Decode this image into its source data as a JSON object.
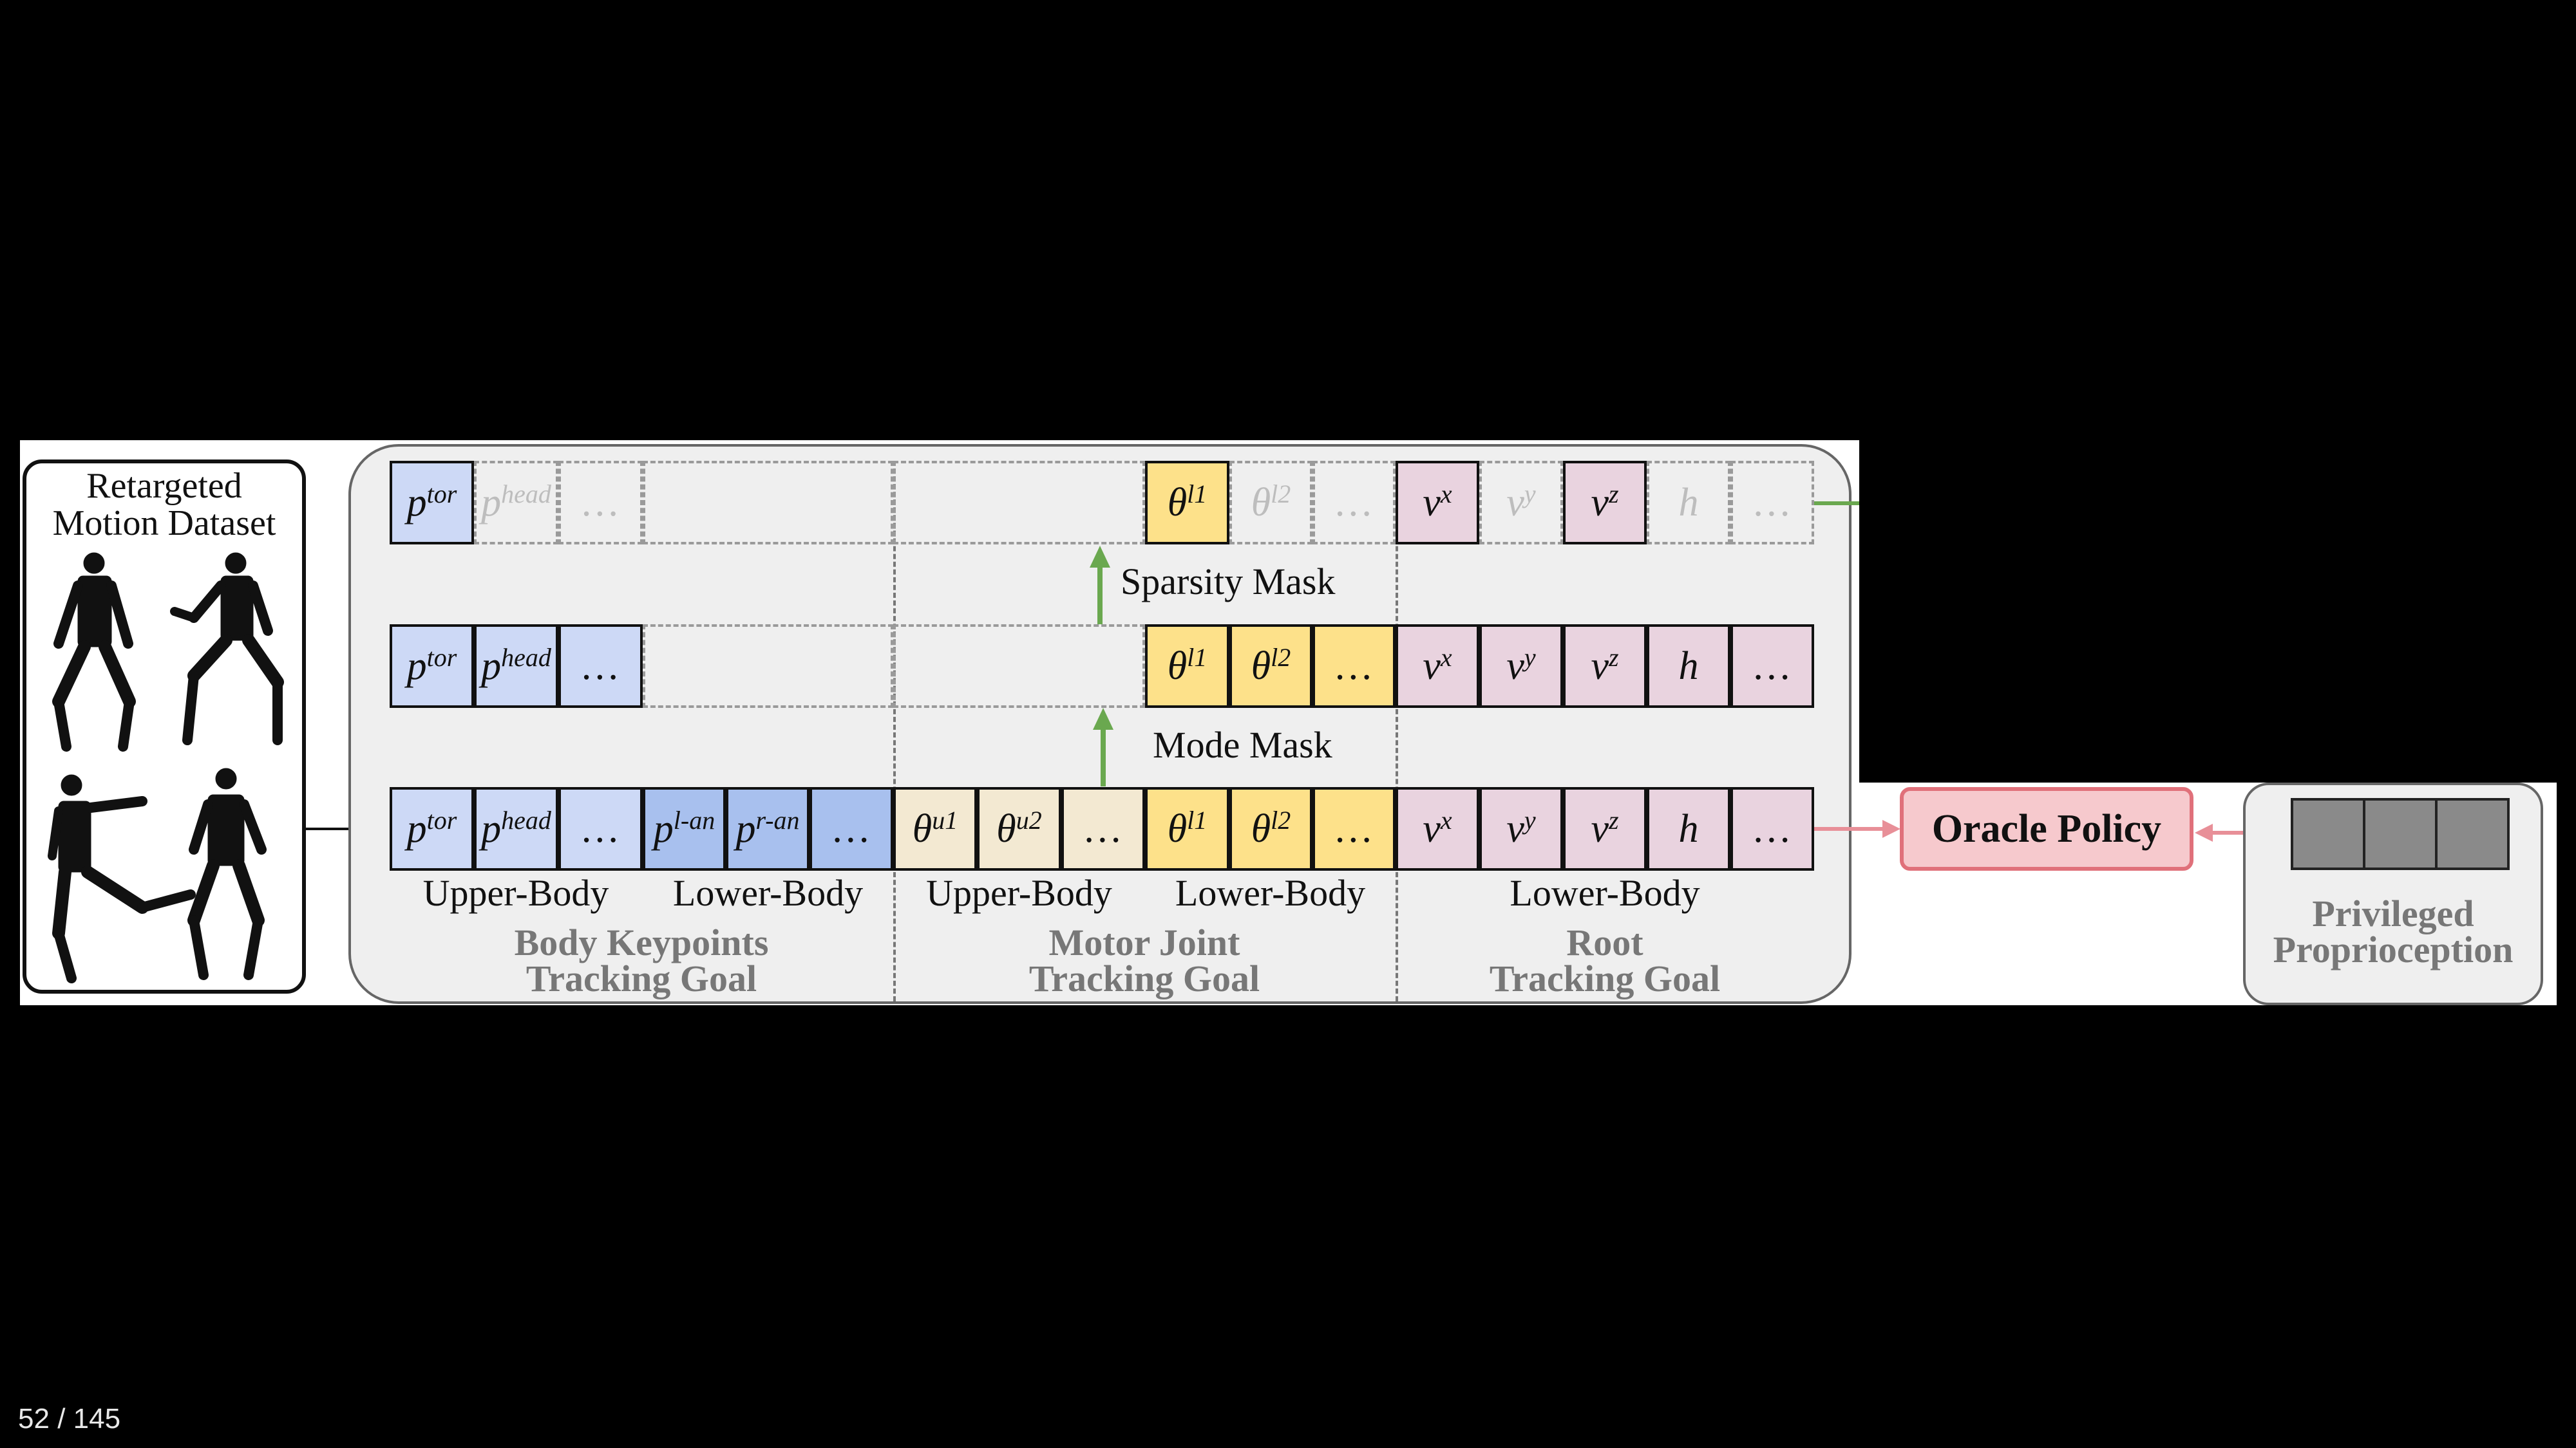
{
  "dataset": {
    "title_line1": "Retargeted",
    "title_line2": "Motion Dataset"
  },
  "rows": {
    "sparse": {
      "body": [
        "p",
        "p",
        "…"
      ],
      "body_sup": [
        "tor",
        "head",
        ""
      ],
      "motor": [
        "θ",
        "θ",
        "…"
      ],
      "motor_sup": [
        "l1",
        "l2",
        ""
      ],
      "root": [
        "v",
        "v",
        "v",
        "h",
        "…"
      ],
      "root_sup": [
        "x",
        "y",
        "z",
        "",
        ""
      ]
    },
    "mode": {
      "body": [
        "p",
        "p",
        "…"
      ],
      "body_sup": [
        "tor",
        "head",
        ""
      ],
      "motor": [
        "θ",
        "θ",
        "…"
      ],
      "motor_sup": [
        "l1",
        "l2",
        ""
      ],
      "root": [
        "v",
        "v",
        "v",
        "h",
        "…"
      ],
      "root_sup": [
        "x",
        "y",
        "z",
        "",
        ""
      ]
    },
    "full": {
      "body": [
        "p",
        "p",
        "…",
        "p",
        "p",
        "…"
      ],
      "body_sup": [
        "tor",
        "head",
        "",
        "l-an",
        "r-an",
        ""
      ],
      "motor": [
        "θ",
        "θ",
        "…",
        "θ",
        "θ",
        "…"
      ],
      "motor_sup": [
        "u1",
        "u2",
        "",
        "l1",
        "l2",
        ""
      ],
      "root": [
        "v",
        "v",
        "v",
        "h",
        "…"
      ],
      "root_sup": [
        "x",
        "y",
        "z",
        "",
        ""
      ]
    }
  },
  "masks": {
    "sparsity": "Sparsity Mask",
    "mode": "Mode Mask"
  },
  "sublabels": {
    "body_upper": "Upper-Body",
    "body_lower": "Lower-Body",
    "motor_upper": "Upper-Body",
    "motor_lower": "Lower-Body",
    "root_lower": "Lower-Body"
  },
  "groups": {
    "body": [
      "Body Keypoints",
      "Tracking Goal"
    ],
    "motor": [
      "Motor Joint",
      "Tracking Goal"
    ],
    "root": [
      "Root",
      "Tracking Goal"
    ]
  },
  "oracle": {
    "label": "Oracle Policy"
  },
  "privileged": {
    "line1": "Privileged",
    "line2": "Proprioception"
  },
  "pager": {
    "current": "52",
    "separator": "/",
    "total": "145"
  },
  "colors": {
    "blue": "#cdd9f6",
    "blue_dark": "#a8c0ee",
    "cream": "#f3e9d2",
    "yellow": "#fde18a",
    "pink": "#e9d3df",
    "green_arrow": "#6aa84f",
    "oracle_fill": "#f6c9cd",
    "oracle_border": "#e0707a",
    "pink_arrow": "#e88f98"
  }
}
